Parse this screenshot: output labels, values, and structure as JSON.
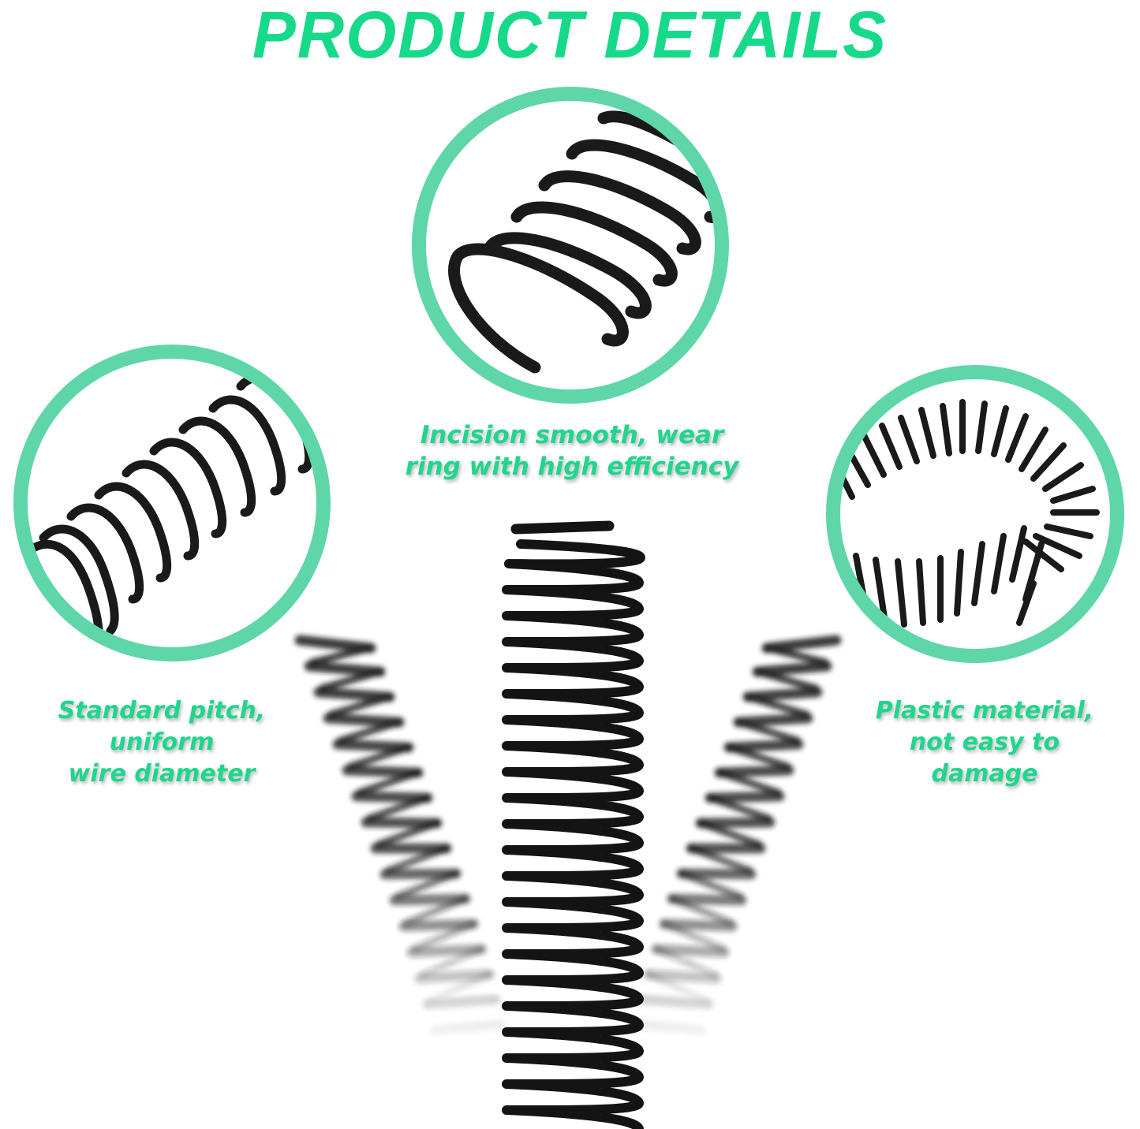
{
  "header": {
    "title": "PRODUCT DETAILS"
  },
  "colors": {
    "title_green": "#17d98a",
    "caption_green": "#1fd68c",
    "ring_mint": "#5fd6a8",
    "spring_black": "#141414",
    "background": "#ffffff"
  },
  "features": [
    {
      "position": "top-center",
      "lines": [
        "Incision smooth, wear",
        "ring with high efficiency"
      ]
    },
    {
      "position": "left",
      "lines": [
        "Standard pitch,",
        "uniform",
        "wire diameter"
      ]
    },
    {
      "position": "right",
      "lines": [
        "Plastic material,",
        "not easy to",
        "damage"
      ]
    }
  ],
  "images": {
    "center_spring": "vertical black plastic binding coil",
    "top_circle": "close-up of coil end",
    "left_circle": "diagonal coil showing pitch",
    "right_circle": "coil bent into a ring",
    "side_springs": "motion-blurred coils fanning left and right"
  }
}
